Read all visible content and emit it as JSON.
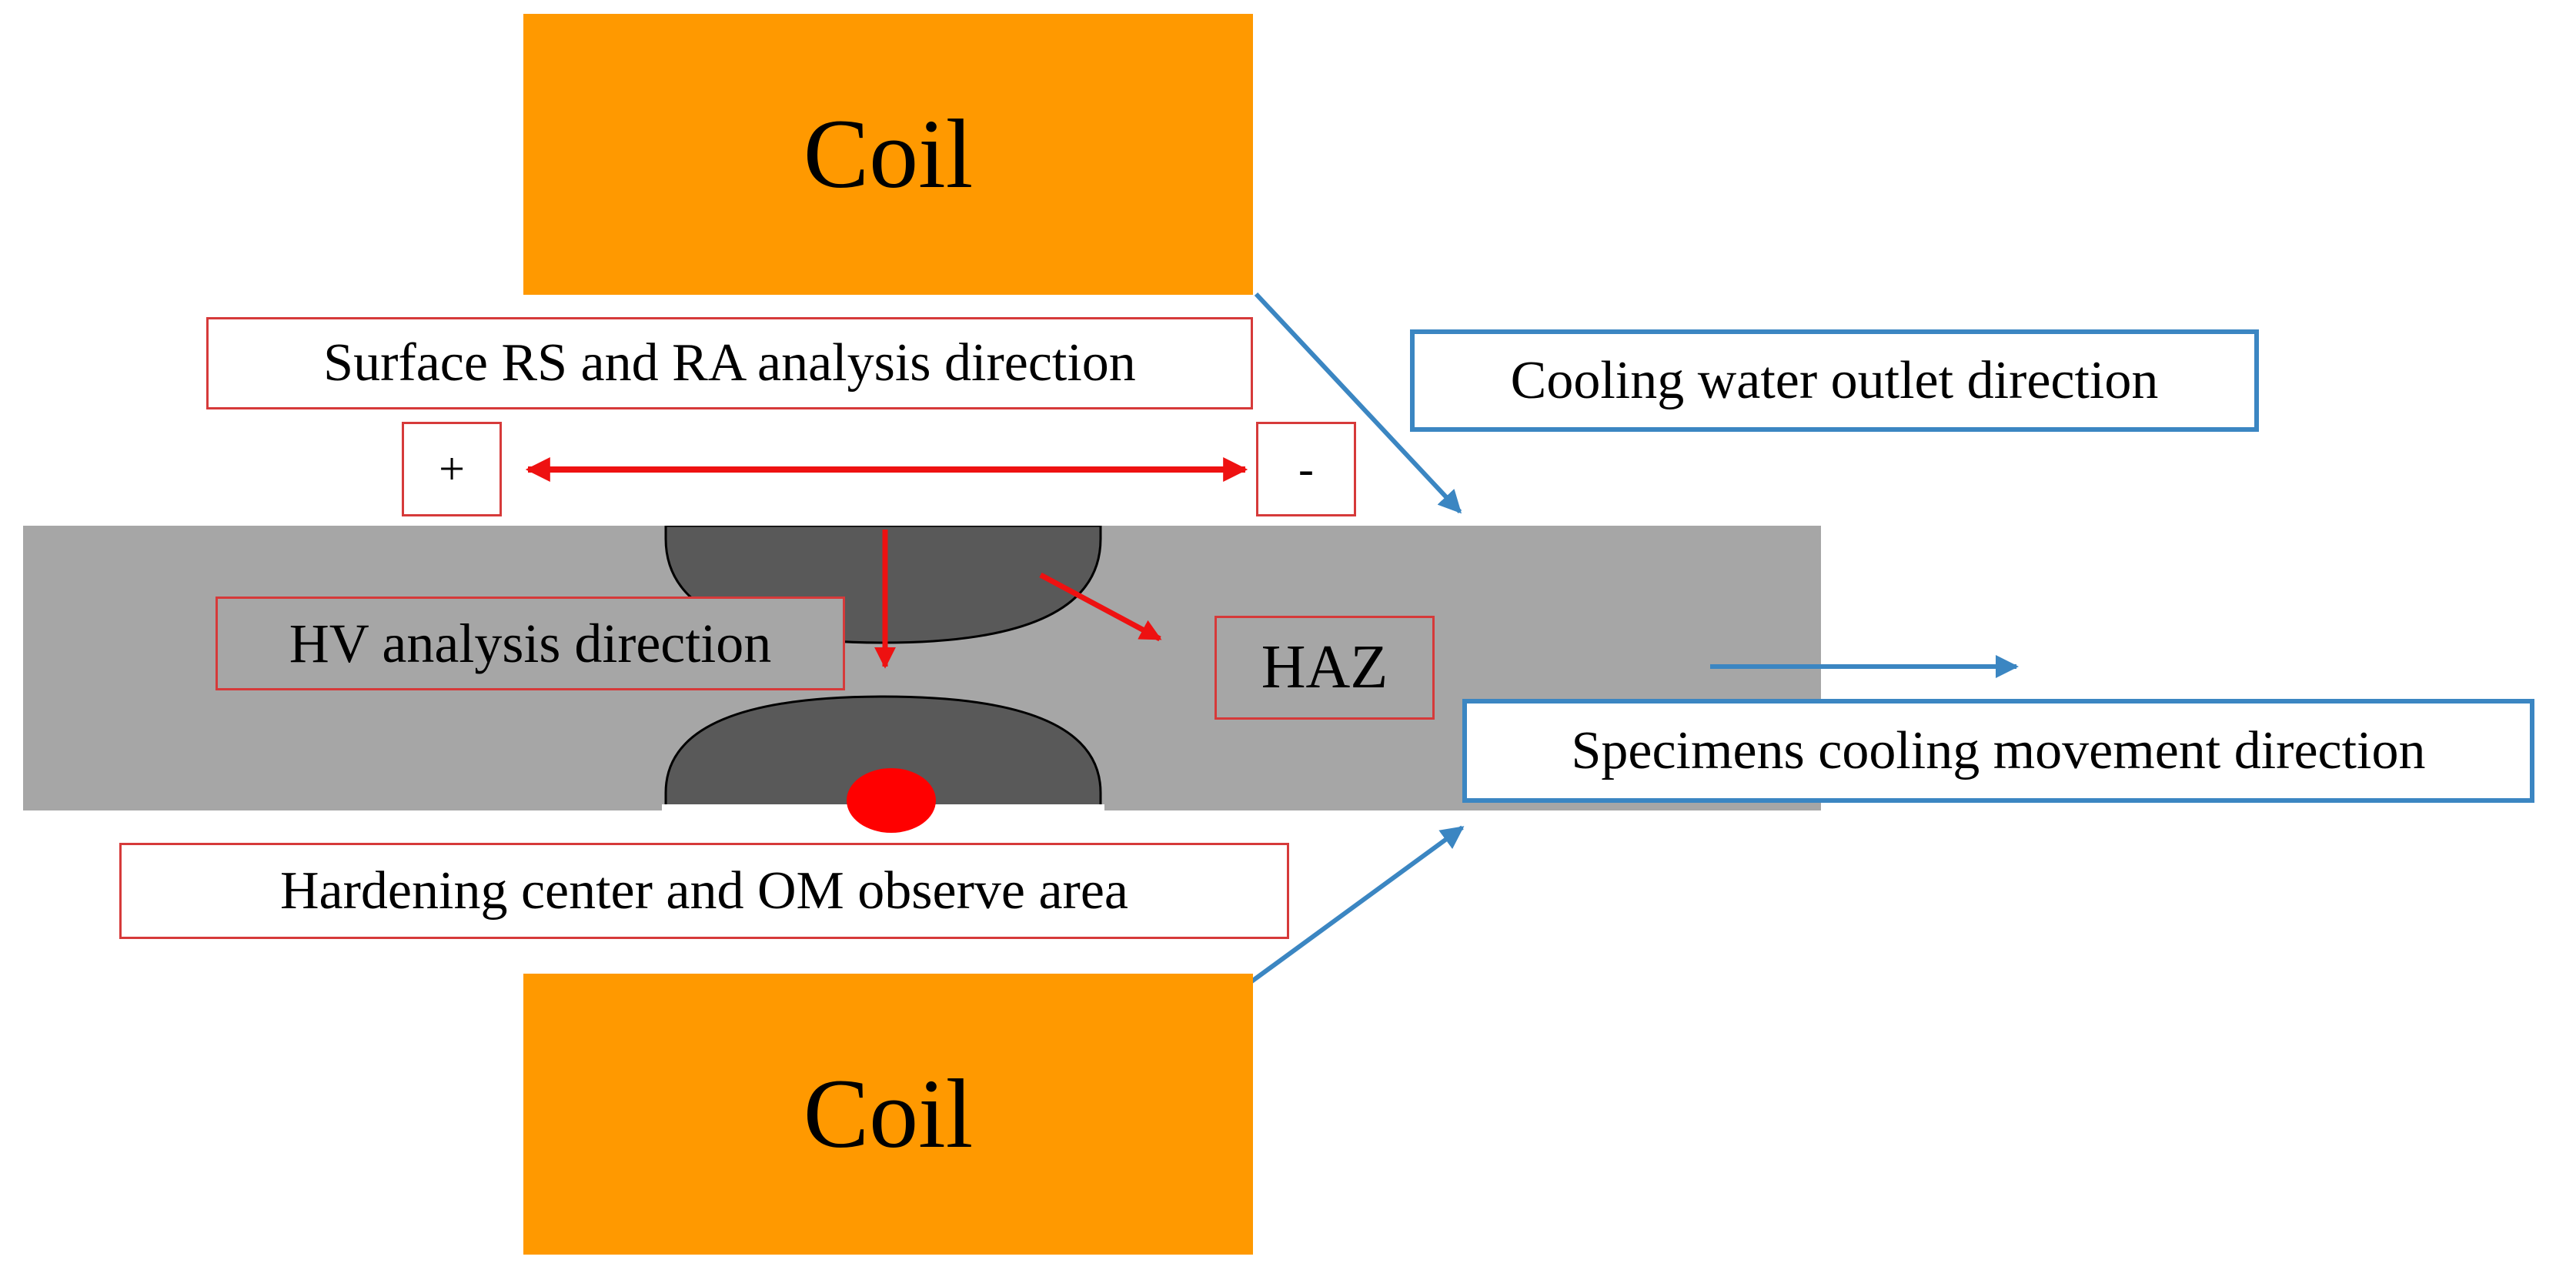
{
  "coils": {
    "top_label": "Coil",
    "bottom_label": "Coil"
  },
  "labels": {
    "surface_analysis": "Surface RS and RA analysis direction",
    "plus": "+",
    "minus": "-",
    "hv_analysis": "HV analysis direction",
    "haz": "HAZ",
    "hardening_center": "Hardening center and OM observe area",
    "cooling_water": "Cooling water outlet direction",
    "specimens_movement": "Specimens cooling movement direction"
  },
  "colors": {
    "coil": "#ff9900",
    "specimen": "#a6a6a6",
    "hardened_zone": "#595959",
    "red_arrow": "#ee1111",
    "blue_arrow": "#3b86c2",
    "red_border": "#d63a3a",
    "hardening_dot": "#ff0000"
  }
}
